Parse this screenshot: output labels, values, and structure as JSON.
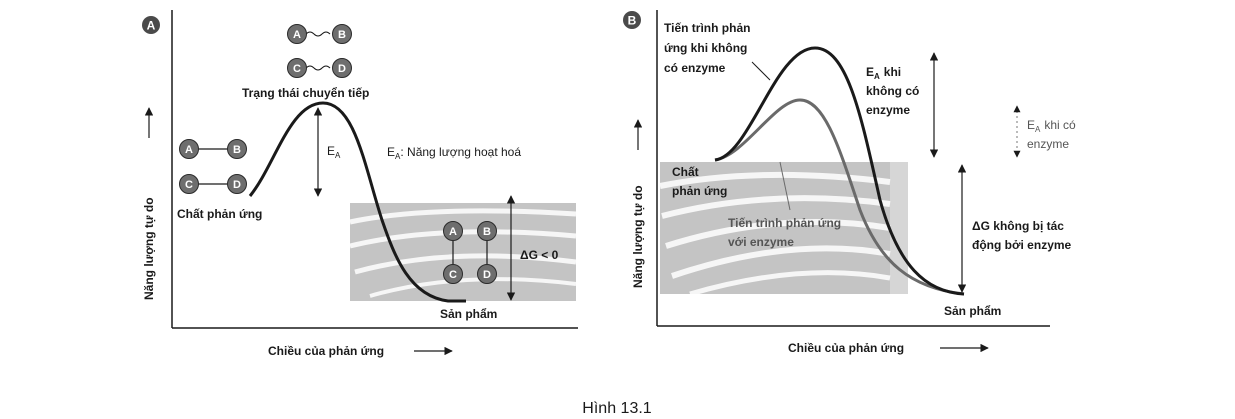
{
  "panel_a": {
    "badge": "A",
    "y_axis_label": "Năng lượng tự do",
    "x_axis_label": "Chiều của phản ứng",
    "transition_state_label": "Trạng thái chuyển tiếp",
    "ea_symbol": "E",
    "ea_sub": "A",
    "ea_legend_rest": ": Năng lượng hoạt hoá",
    "reactants_label": "Chất phản ứng",
    "products_label": "Sản phẩm",
    "delta_g_label": "ΔG < 0",
    "molecules": [
      "A",
      "B",
      "C",
      "D"
    ]
  },
  "panel_b": {
    "badge": "B",
    "y_axis_label": "Năng lượng tự do",
    "x_axis_label": "Chiều của phản ứng",
    "no_enzyme_path": [
      "Tiến trình phản",
      "ứng khi không",
      "có enzyme"
    ],
    "ea_no_enzyme_sym": "E",
    "ea_no_enzyme_sub": "A",
    "ea_no_enzyme_rest": [
      "khi",
      "không có",
      "enzyme"
    ],
    "ea_enzyme_sym": "E",
    "ea_enzyme_sub": "A",
    "ea_enzyme_rest": [
      "khi có",
      "enzyme"
    ],
    "reactants_label": [
      "Chất",
      "phản ứng"
    ],
    "with_enzyme_path": [
      "Tiến trình phản ứng",
      "với enzyme"
    ],
    "delta_g_label": [
      "ΔG không bị tác",
      "động bởi enzyme"
    ],
    "products_label": "Sản phẩm"
  },
  "caption": "Hình 13.1",
  "colors": {
    "curve": "#1a1a1a",
    "enzyme_curve": "#6a6a6a",
    "band": "#bdbdbd",
    "molecule": "#6e6e6e"
  }
}
